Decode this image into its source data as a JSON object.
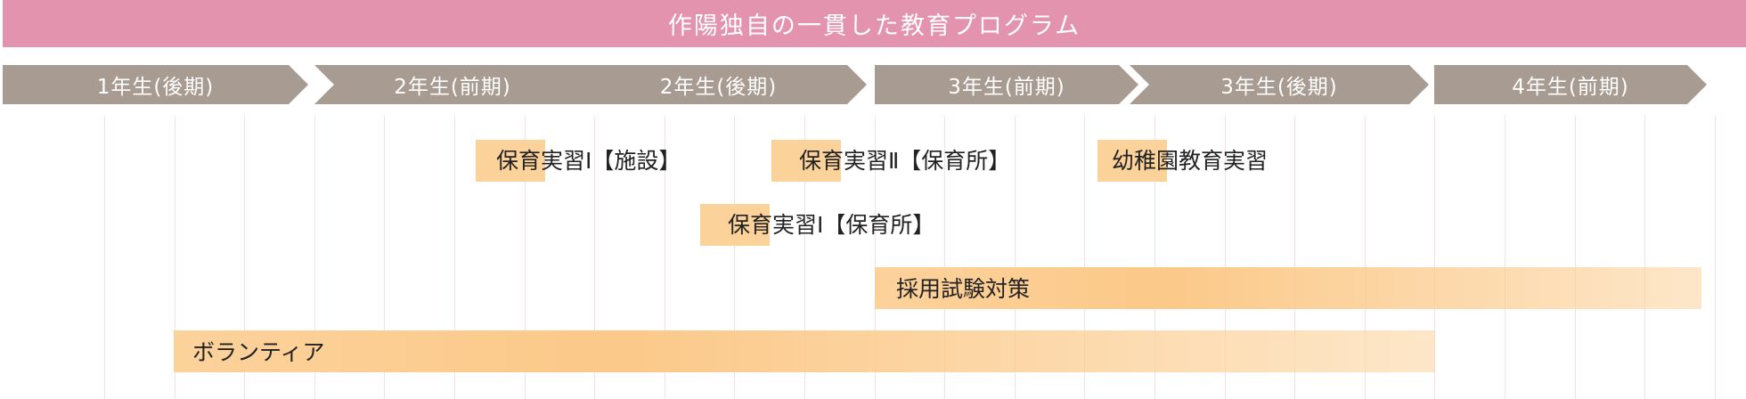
{
  "title": "作陽独自の一貫した教育プログラム",
  "colors": {
    "title_bg": "#e393ae",
    "arrow_bg": "#a89b91",
    "bar": "#fcd29b",
    "bar_strong": "#fbc989",
    "gridline": "#f4e1e6"
  },
  "periods": [
    "1年生(後期)",
    "2年生(前期)",
    "2年生(後期)",
    "3年生(前期)",
    "3年生(後期)",
    "4年生(前期)"
  ],
  "activities": [
    {
      "label": "保育実習Ⅰ【施設】"
    },
    {
      "label": "保育実習Ⅱ【保育所】"
    },
    {
      "label": "幼稚園教育実習"
    },
    {
      "label": "保育実習Ⅰ【保育所】"
    },
    {
      "label": "採用試験対策"
    },
    {
      "label": "ボランティア"
    }
  ]
}
